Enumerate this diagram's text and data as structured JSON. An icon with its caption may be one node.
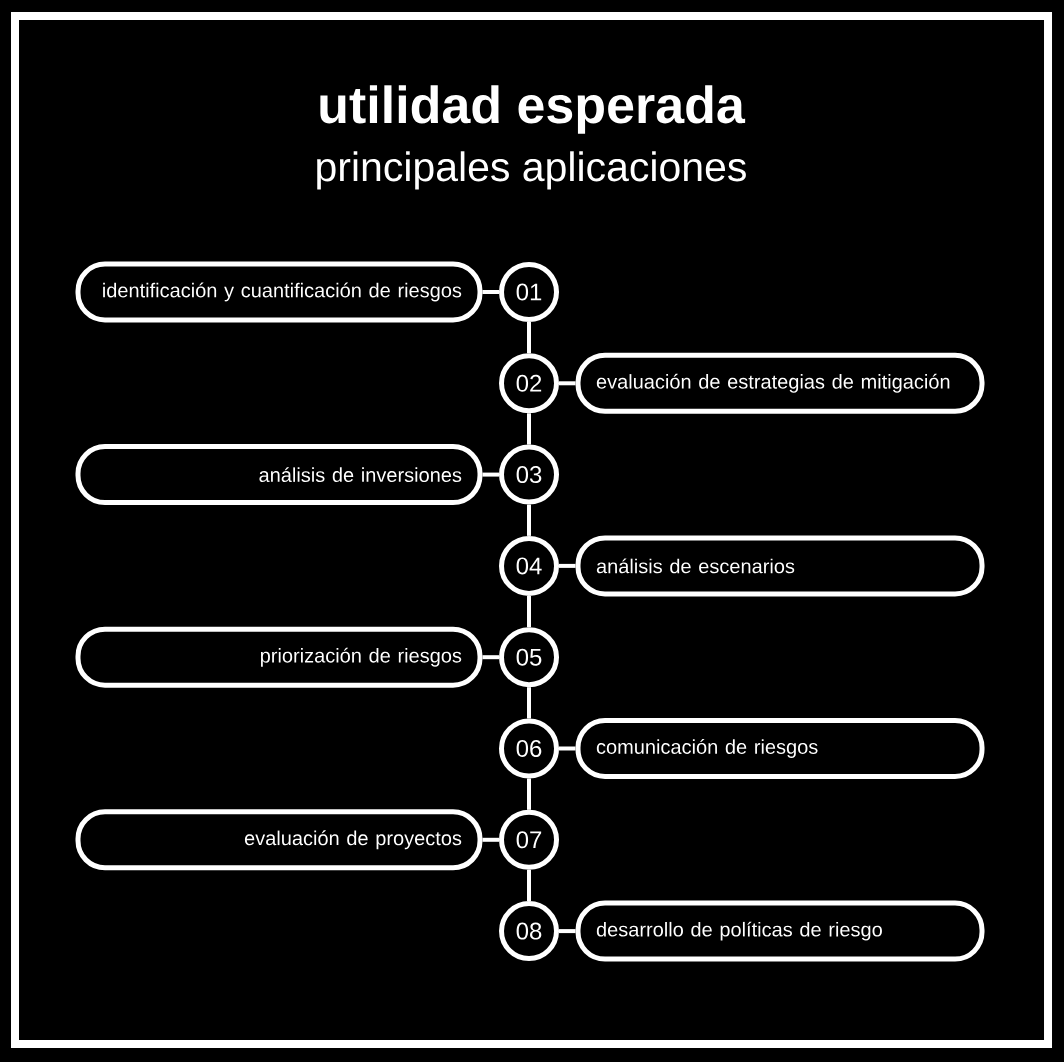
{
  "diagram": {
    "title": "utilidad esperada",
    "nodes": [
      {
        "text": [
          "identificación y cuantificación de riesgos"
        ]
      },
      {
        "text": [
          "01"
        ]
      },
      {
        "text": [
          "02"
        ]
      },
      {
        "text": [
          "evaluación de estrategias de mitigación"
        ]
      },
      {
        "text": [
          "análisis de inversiones"
        ]
      },
      {
        "text": [
          "03"
        ]
      },
      {
        "text": [
          "04"
        ]
      },
      {
        "text": [
          "análisis de escenarios"
        ]
      },
      {
        "text": [
          "priorización de riesgos"
        ]
      },
      {
        "text": [
          "05"
        ]
      },
      {
        "text": [
          "06"
        ]
      },
      {
        "text": [
          "comunicación de riesgos"
        ]
      },
      {
        "text": [
          "evaluación de proyectos"
        ]
      },
      {
        "text": [
          "07"
        ]
      },
      {
        "text": [
          "08"
        ]
      },
      {
        "text": [
          "desarrollo de políticas de riesgo"
        ]
      }
    ],
    "edges": [
      {
        "from": 1,
        "to": 0,
        "arrow": "none"
      },
      {
        "from": 1,
        "to": 2,
        "arrow": "none"
      },
      {
        "from": 2,
        "to": 3,
        "arrow": "none"
      },
      {
        "from": 2,
        "to": 5,
        "arrow": "none"
      },
      {
        "from": 5,
        "to": 4,
        "arrow": "none"
      },
      {
        "from": 5,
        "to": 6,
        "arrow": "none"
      },
      {
        "from": 6,
        "to": 7,
        "arrow": "none"
      },
      {
        "from": 6,
        "to": 9,
        "arrow": "none"
      },
      {
        "from": 9,
        "to": 8,
        "arrow": "none"
      },
      {
        "from": 9,
        "to": 10,
        "arrow": "none"
      },
      {
        "from": 10,
        "to": 11,
        "arrow": "none"
      },
      {
        "from": 10,
        "to": 13,
        "arrow": "none"
      },
      {
        "from": 13,
        "to": 12,
        "arrow": "none"
      },
      {
        "from": 13,
        "to": 14,
        "arrow": "none"
      },
      {
        "from": 14,
        "to": 15,
        "arrow": "none"
      }
    ],
    "labels": [
      "principales aplicaciones"
    ]
  }
}
